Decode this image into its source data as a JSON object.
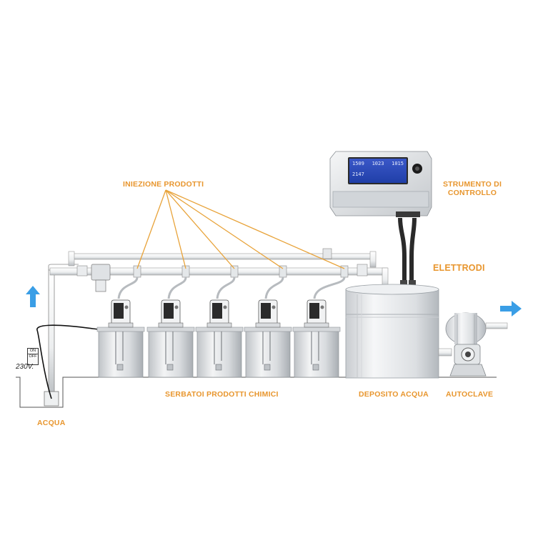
{
  "labels": {
    "injection": "INIEZIONE PRODOTTI",
    "controller_line1": "STRUMENTO DI",
    "controller_line2": "CONTROLLO",
    "electrodes": "ELETTRODI",
    "tanks": "SERBATOI PRODOTTI CHIMICI",
    "water_storage": "DEPOSITO ACQUA",
    "autoclave": "AUTOCLAVE",
    "water": "ACQUA"
  },
  "switch": {
    "on": "ON",
    "off": "OFF",
    "voltage": "230V."
  },
  "display": {
    "v1": "1509",
    "v2": "1023",
    "v3": "1015",
    "v4": "2147"
  },
  "colors": {
    "label": "#e8962e",
    "leader_lines": "#e8a33a",
    "pipe": "#f2f2f2",
    "arrow": "#3a9ee6"
  },
  "pump_count": 5
}
